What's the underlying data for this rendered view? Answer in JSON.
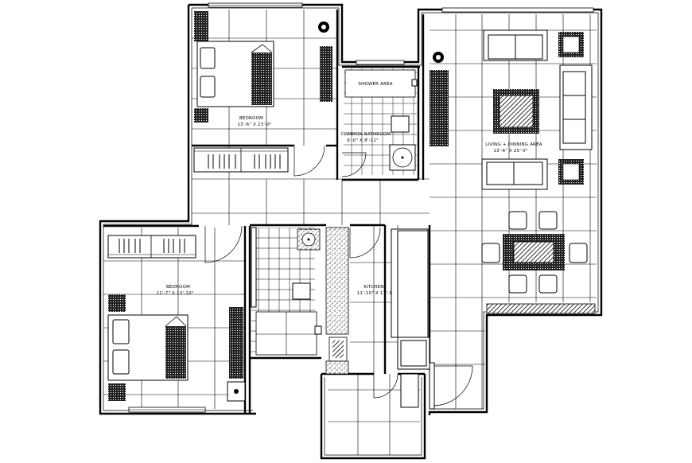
{
  "rooms": {
    "bedroom1": {
      "name": "BEDROOM",
      "size": "13'-6\" X 23'-0\""
    },
    "bathroom": {
      "name": "COMMON BATHROOM",
      "size": "6'-0\" X 8'-11\""
    },
    "shower": {
      "name": "SHOWER AREA"
    },
    "living": {
      "name": "LIVING + DINNING AREA",
      "size": "13'-6\" X 25'-0\""
    },
    "bedroom2": {
      "name": "BEDROOM",
      "size": "11'-7\" X 13'-10\""
    },
    "kitchen": {
      "name": "KITCHEN",
      "size": "11'-10\" X 11'-11\""
    }
  },
  "colors": {
    "line": "#000000",
    "background": "#ffffff"
  }
}
